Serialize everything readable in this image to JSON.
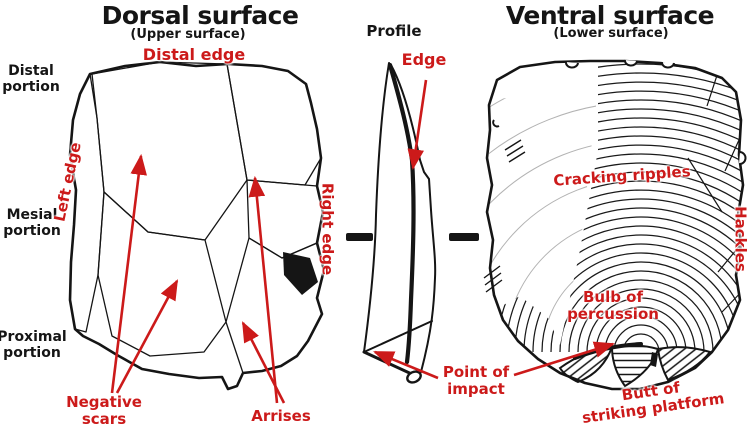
{
  "colors": {
    "label_red": "#cc1a1a",
    "ink": "#151515"
  },
  "titles": {
    "dorsal": {
      "title": "Dorsal surface",
      "subtitle": "(Upper surface)"
    },
    "profile": {
      "title": "Profile"
    },
    "ventral": {
      "title": "Ventral surface",
      "subtitle": "(Lower surface)"
    }
  },
  "portions": [
    {
      "l1": "Distal",
      "l2": "portion"
    },
    {
      "l1": "Mesial",
      "l2": "portion"
    },
    {
      "l1": "Proximal",
      "l2": "portion"
    }
  ],
  "annotations": {
    "distal_edge": "Distal edge",
    "left_edge": "Left edge",
    "right_edge": "Right edge",
    "negative_scars": {
      "l1": "Negative",
      "l2": "scars"
    },
    "arrises": "Arrises",
    "edge": "Edge",
    "point_of_impact": {
      "l1": "Point of",
      "l2": "impact"
    },
    "cracking_ripples": "Cracking ripples",
    "hackles": "Hackles",
    "bulb_of_percussion": {
      "l1": "Bulb of",
      "l2": "percussion"
    },
    "butt_of_striking_platform": {
      "l1": "Butt of",
      "l2": "striking platform"
    }
  }
}
